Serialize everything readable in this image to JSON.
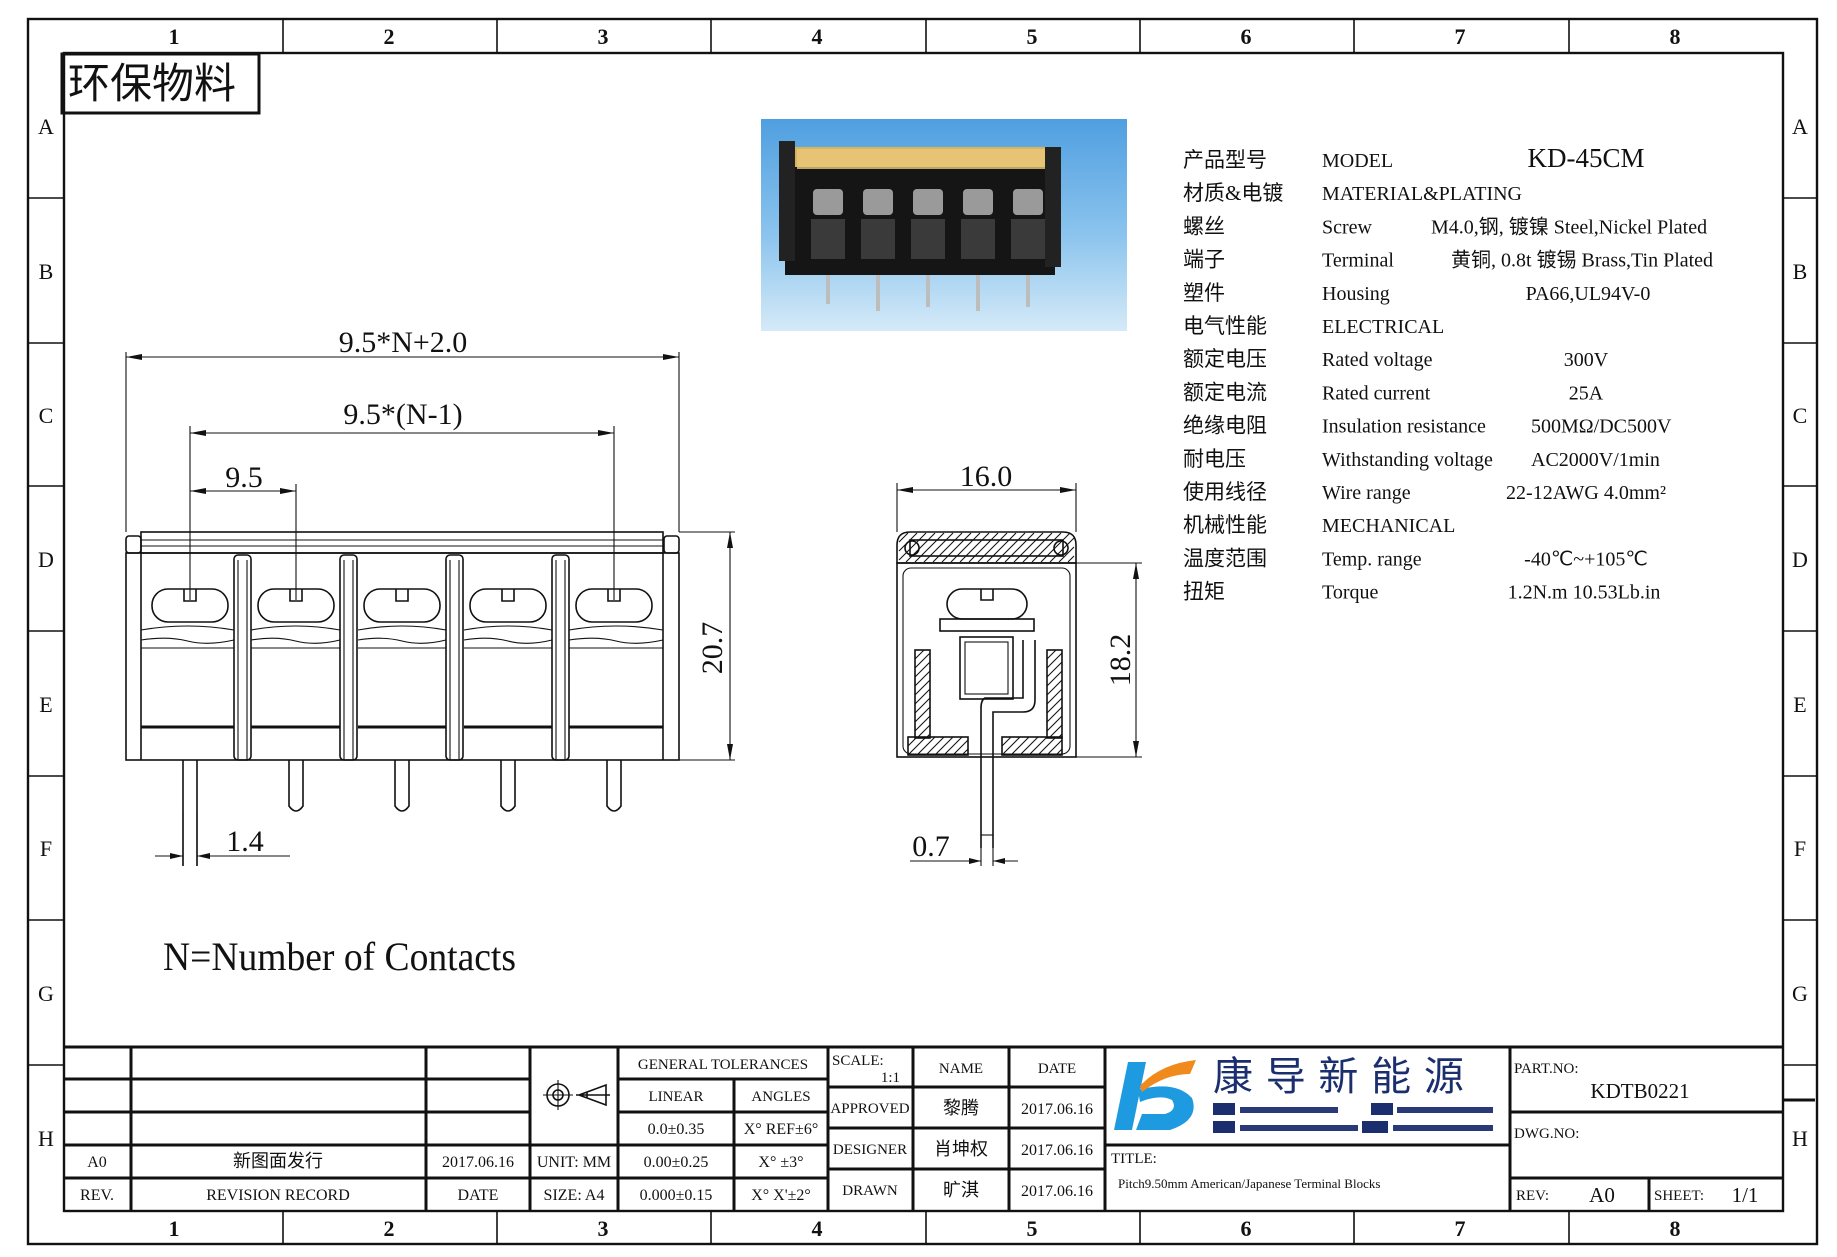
{
  "border": {
    "columns": [
      "1",
      "2",
      "3",
      "4",
      "5",
      "6",
      "7",
      "8"
    ],
    "rows": [
      "A",
      "B",
      "C",
      "D",
      "E",
      "F",
      "G",
      "H"
    ]
  },
  "stamp": "环保物料",
  "dims": {
    "overall": "9.5*N+2.0",
    "span": "9.5*(N-1)",
    "pitch": "9.5",
    "height_front": "20.7",
    "pin_width": "1.4",
    "depth": "16.0",
    "height_side": "18.2",
    "pin_thickness": "0.7"
  },
  "note": "N=Number of Contacts",
  "specs": [
    {
      "cn": "产品型号",
      "en": "MODEL",
      "value": "KD-45CM"
    },
    {
      "cn": "材质&电镀",
      "en": "MATERIAL&PLATING",
      "value": ""
    },
    {
      "cn": "螺丝",
      "en": "Screw",
      "value": "M4.0,钢, 镀镍 Steel,Nickel Plated"
    },
    {
      "cn": "端子",
      "en": "Terminal",
      "value": "黄铜, 0.8t 镀锡 Brass,Tin Plated"
    },
    {
      "cn": "塑件",
      "en": "Housing",
      "value": "PA66,UL94V-0"
    },
    {
      "cn": "电气性能",
      "en": "ELECTRICAL",
      "value": ""
    },
    {
      "cn": "额定电压",
      "en": "Rated voltage",
      "value": "300V"
    },
    {
      "cn": "额定电流",
      "en": "Rated current",
      "value": "25A"
    },
    {
      "cn": "绝缘电阻",
      "en": "Insulation resistance",
      "value": "500MΩ/DC500V"
    },
    {
      "cn": "耐电压",
      "en": "Withstanding voltage",
      "value": "AC2000V/1min"
    },
    {
      "cn": "使用线径",
      "en": "Wire range",
      "value": "22-12AWG 4.0mm²"
    },
    {
      "cn": "机械性能",
      "en": "MECHANICAL",
      "value": ""
    },
    {
      "cn": "温度范围",
      "en": "Temp. range",
      "value": "-40℃~+105℃"
    },
    {
      "cn": "扭矩",
      "en": "Torque",
      "value": "1.2N.m  10.53Lb.in"
    }
  ],
  "title_block": {
    "rev_header": "REV.",
    "record_header": "REVISION RECORD",
    "date_header": "DATE",
    "revision": {
      "rev": "A0",
      "record": "新图面发行",
      "date": "2017.06.16"
    },
    "unit": "UNIT: MM",
    "size": "SIZE: A4",
    "tolerances": {
      "title": "GENERAL TOLERANCES",
      "linear_label": "LINEAR",
      "angles_label": "ANGLES",
      "rows": [
        {
          "linear": "0.0±0.35",
          "angle": "X° REF±6°"
        },
        {
          "linear": "0.00±0.25",
          "angle": "X° ±3°"
        },
        {
          "linear": "0.000±0.15",
          "angle": "X° X'±2°"
        }
      ]
    },
    "scale_label": "SCALE:",
    "scale": "1:1",
    "name_header": "NAME",
    "date_header2": "DATE",
    "approved": {
      "label": "APPROVED",
      "name": "黎腾",
      "date": "2017.06.16"
    },
    "designer": {
      "label": "DESIGNER",
      "name": "肖坤权",
      "date": "2017.06.16"
    },
    "drawn": {
      "label": "DRAWN",
      "name": "旷淇",
      "date": "2017.06.16"
    },
    "company": "康 导 新 能 源",
    "title_label": "TITLE:",
    "title": "Pitch9.50mm American/Japanese Terminal Blocks",
    "part_no_label": "PART.NO:",
    "part_no": "KDTB0221",
    "dwg_no_label": "DWG.NO:",
    "rev_label": "REV:",
    "rev": "A0",
    "sheet_label": "SHEET:",
    "sheet": "1/1"
  },
  "colors": {
    "logo_blue": "#1e9be0",
    "logo_orange": "#f08a1c",
    "line": "#111111"
  }
}
